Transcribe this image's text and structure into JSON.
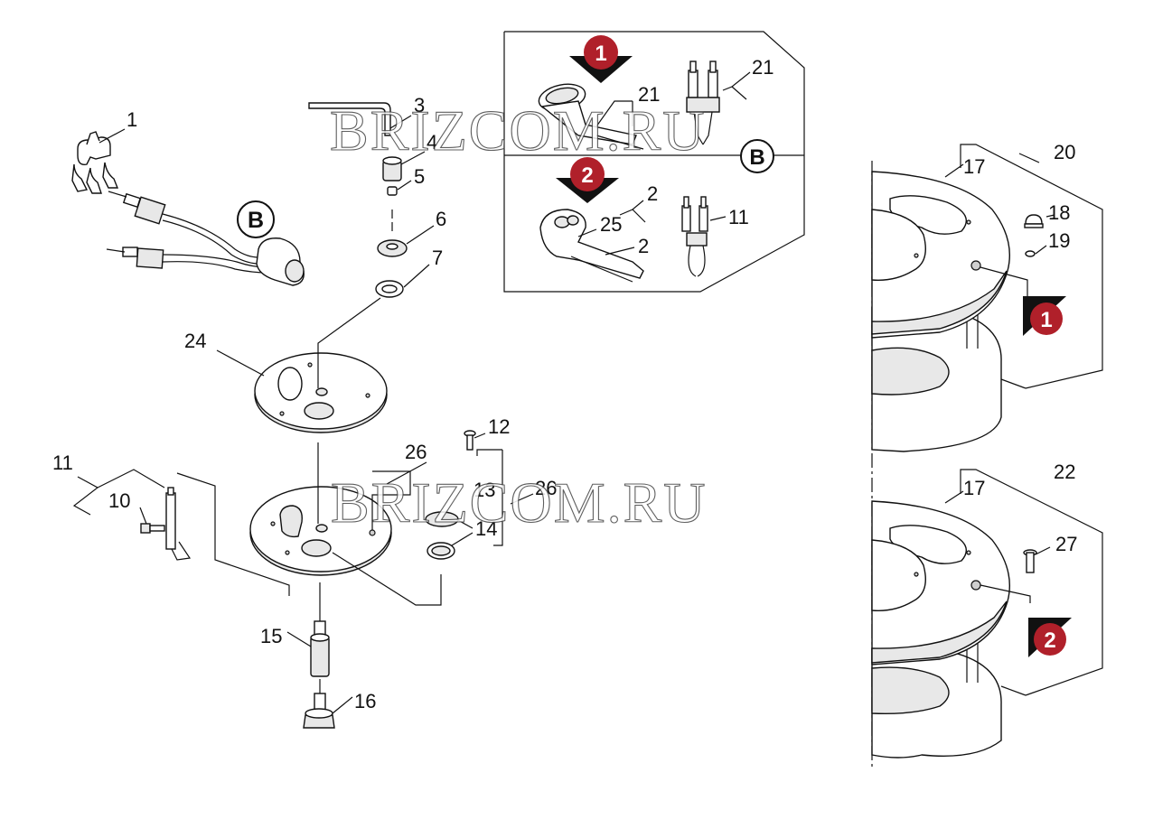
{
  "watermark": "BRIZCOM.RU",
  "letter_marker": "B",
  "variant_markers": [
    "1",
    "2"
  ],
  "callouts": {
    "c1": "1",
    "c3": "3",
    "c4": "4",
    "c5": "5",
    "c6": "6",
    "c7": "7",
    "c24": "24",
    "c11": "11",
    "c10": "10",
    "c26a": "26",
    "c12": "12",
    "c13": "13",
    "c26b": "26",
    "c14": "14",
    "c15": "15",
    "c16": "16",
    "ins21a": "21",
    "ins21b": "21",
    "ins2a": "2",
    "ins25": "25",
    "ins2b": "2",
    "ins11": "11",
    "r17a": "17",
    "r20": "20",
    "r18": "18",
    "r19": "19",
    "r17b": "17",
    "r22": "22",
    "r27": "27"
  }
}
